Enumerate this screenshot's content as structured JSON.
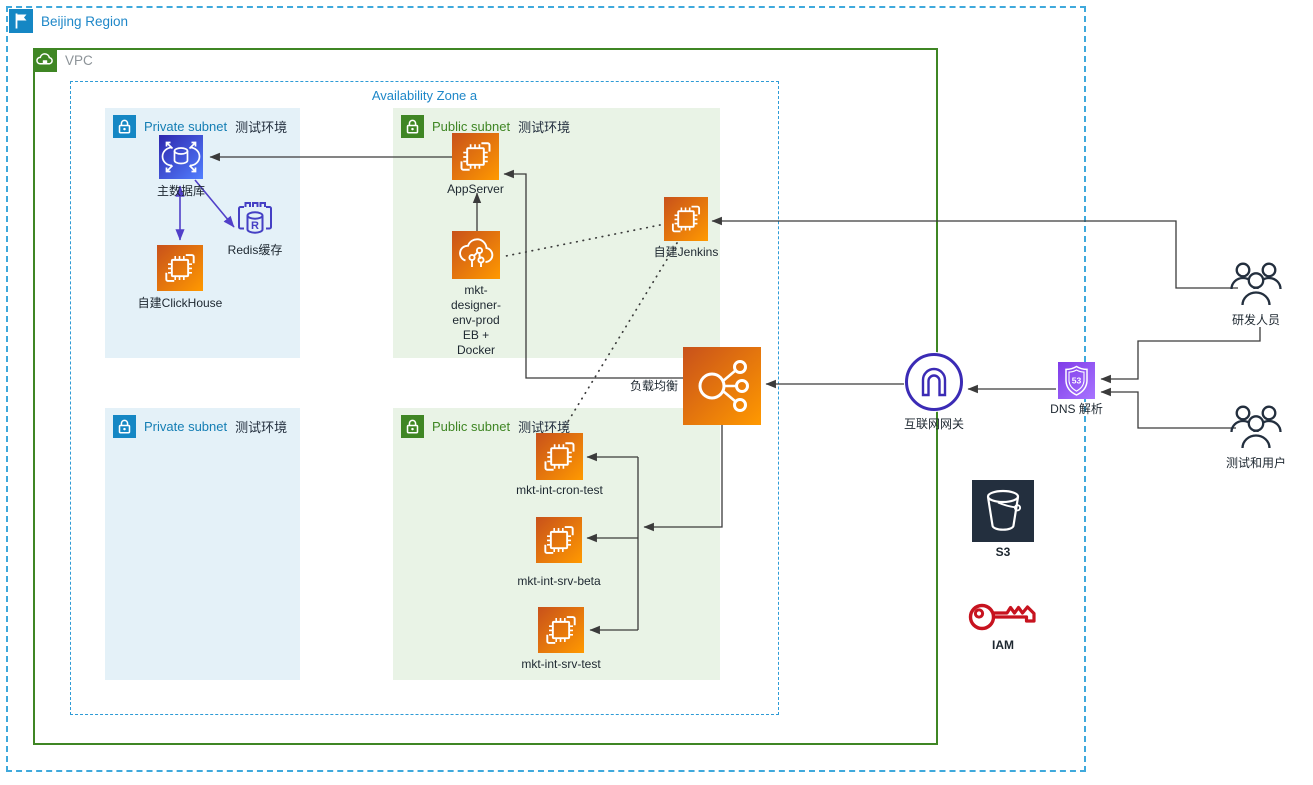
{
  "diagram": {
    "region_label": "Beijing Region",
    "vpc_label": "VPC",
    "az_label": "Availability Zone a"
  },
  "subnets": {
    "private_top": {
      "type": "Private subnet",
      "env": "测试环境"
    },
    "public_top": {
      "type": "Public subnet",
      "env": "测试环境"
    },
    "private_bottom": {
      "type": "Private subnet",
      "env": "测试环境"
    },
    "public_bottom": {
      "type": "Public subnet",
      "env": "测试环境"
    }
  },
  "nodes": {
    "db_primary": {
      "label": "主数据库",
      "icon": "database-icon"
    },
    "redis": {
      "label": "Redis缓存",
      "icon": "elasticache-redis-icon"
    },
    "clickhouse": {
      "label": "自建ClickHouse",
      "icon": "ec2-instance-icon"
    },
    "appserver": {
      "label": "AppServer",
      "icon": "ec2-instance-icon"
    },
    "eb": {
      "label": "mkt-designer-\nenv-prod\nEB + Docker",
      "icon": "elastic-beanstalk-icon"
    },
    "jenkins": {
      "label": "自建Jenkins",
      "icon": "ec2-instance-icon"
    },
    "lb": {
      "label": "负载均衡",
      "icon": "load-balancer-icon"
    },
    "cron_test": {
      "label": "mkt-int-cron-test",
      "icon": "ec2-instance-icon"
    },
    "srv_beta": {
      "label": "mkt-int-srv-beta",
      "icon": "ec2-instance-icon"
    },
    "srv_test": {
      "label": "mkt-int-srv-test",
      "icon": "ec2-instance-icon"
    },
    "igw": {
      "label": "互联网网关",
      "icon": "internet-gateway-icon"
    },
    "dns": {
      "label": "DNS 解析",
      "badge": "53",
      "icon": "route53-icon"
    },
    "users_dev": {
      "label": "研发人员",
      "icon": "users-icon"
    },
    "users_test": {
      "label": "测试和用户",
      "icon": "users-icon"
    },
    "s3": {
      "label": "S3",
      "icon": "s3-bucket-icon"
    },
    "iam": {
      "label": "IAM",
      "icon": "iam-key-icon"
    }
  },
  "colors": {
    "region_border": "#3FA9DC",
    "region_text": "#1E87C8",
    "vpc_border": "#3F8624",
    "vpc_text": "#8C9398",
    "az_border": "#2E9BD6",
    "private_subnet_fill": "#E4F1F8",
    "public_subnet_fill": "#E9F3E6",
    "private_label": "#147EB4",
    "public_label": "#3F8624",
    "ec2_gradient_start": "#C8511B",
    "ec2_gradient_end": "#FF9900",
    "database_gradient_start": "#2E27AD",
    "database_gradient_end": "#527FFF",
    "route53_gradient_start": "#7F3CE8",
    "route53_gradient_end": "#A874FF",
    "igw_purple": "#3B2BB5",
    "redis_purple": "#4540C4",
    "s3_dark": "#232F3E",
    "iam_red": "#C7131F",
    "edge_black": "#3B3B3B",
    "edge_purple": "#5140C9"
  }
}
